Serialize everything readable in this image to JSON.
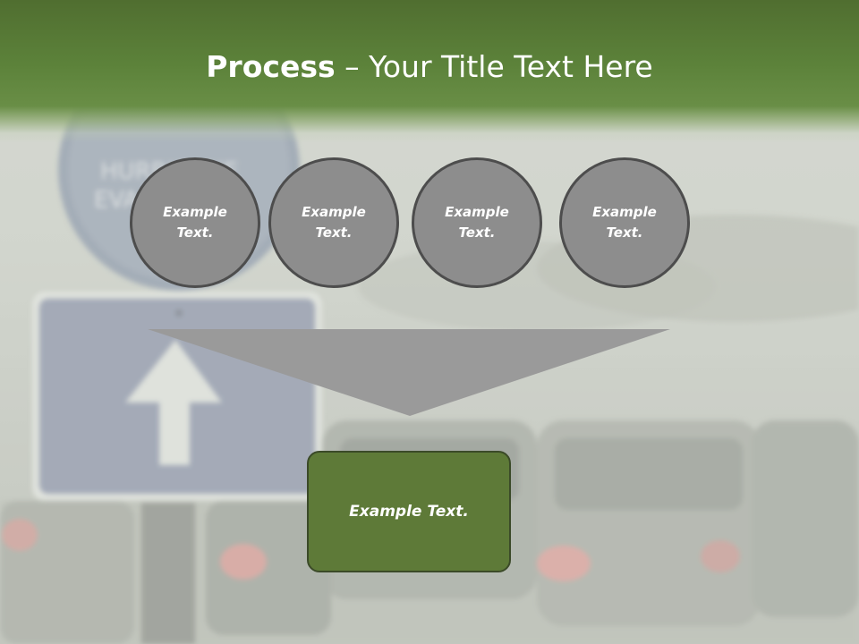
{
  "slide": {
    "title_bold": "Process",
    "title_rest": " – Your Title Text Here"
  },
  "steps": [
    {
      "label": "Example Text."
    },
    {
      "label": "Example Text."
    },
    {
      "label": "Example Text."
    },
    {
      "label": "Example Text."
    }
  ],
  "result": {
    "label": "Example Text."
  },
  "colors": {
    "title_band": "#5c823a",
    "circle_fill": "#8d8d8d",
    "circle_border": "#4d4d4d",
    "funnel_fill": "#9a9a9a",
    "result_fill": "#5e7a38",
    "result_border": "#3b4a28",
    "text": "#ffffff"
  },
  "background": {
    "image": "blurred-road-traffic-with-evacuation-and-arrow-signs"
  }
}
